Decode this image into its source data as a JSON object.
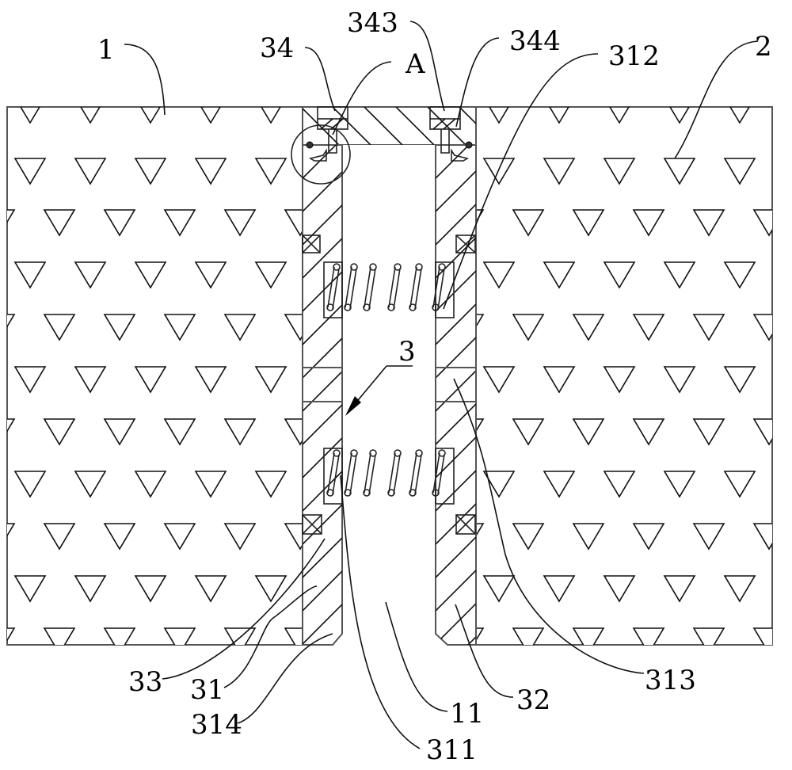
{
  "figure": {
    "title": "Patent cross-section drawing: seam joint between two panels",
    "colors": {
      "ink": "#111111",
      "outline": "#555555",
      "background": "#ffffff"
    }
  },
  "labels": [
    {
      "id": "label-1",
      "text": "1",
      "target": "left-panel"
    },
    {
      "id": "label-2",
      "text": "2",
      "target": "right-panel"
    },
    {
      "id": "label-3",
      "text": "3",
      "target": "joint-assembly"
    },
    {
      "id": "label-11",
      "text": "11",
      "target": "gap-cavity"
    },
    {
      "id": "label-31",
      "text": "31",
      "target": "left-seal-strip"
    },
    {
      "id": "label-32",
      "text": "32",
      "target": "right-seal-strip"
    },
    {
      "id": "label-33",
      "text": "33",
      "target": "sealing-block"
    },
    {
      "id": "label-34",
      "text": "34",
      "target": "top-cap"
    },
    {
      "id": "label-311",
      "text": "311",
      "target": "spring"
    },
    {
      "id": "label-312",
      "text": "312",
      "target": "spring-pocket"
    },
    {
      "id": "label-313",
      "text": "313",
      "target": "middle-band"
    },
    {
      "id": "label-314",
      "text": "314",
      "target": "chamfer"
    },
    {
      "id": "label-343",
      "text": "343",
      "target": "cap-left-slot"
    },
    {
      "id": "label-344",
      "text": "344",
      "target": "cap-right-slot"
    },
    {
      "id": "label-A",
      "text": "A",
      "target": "detail-circle"
    }
  ]
}
